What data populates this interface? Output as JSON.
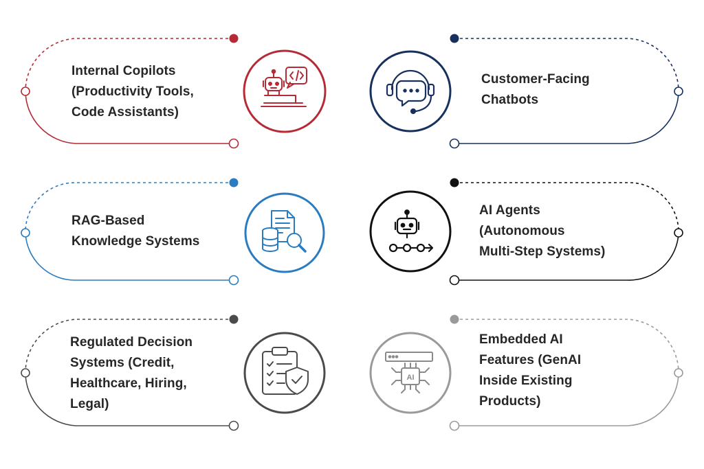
{
  "cards": [
    {
      "id": "internal-copilots",
      "side": "left",
      "color": "#b62a35",
      "icon": "robot-code-laptop-icon",
      "lines": [
        "Internal Copilots",
        "(Productivity Tools,",
        "Code Assistants)"
      ]
    },
    {
      "id": "customer-chatbots",
      "side": "right",
      "color": "#17305e",
      "icon": "headset-chat-icon",
      "lines": [
        "Customer-Facing",
        "Chatbots"
      ]
    },
    {
      "id": "rag-knowledge",
      "side": "left",
      "color": "#2a7bbf",
      "icon": "document-database-search-icon",
      "lines": [
        "RAG-Based",
        "Knowledge Systems"
      ]
    },
    {
      "id": "ai-agents",
      "side": "right",
      "color": "#111111",
      "icon": "robot-workflow-icon",
      "lines": [
        "AI Agents",
        "(Autonomous",
        "Multi-Step Systems)"
      ]
    },
    {
      "id": "regulated-decisions",
      "side": "left",
      "color": "#4b4b4b",
      "icon": "clipboard-shield-icon",
      "lines": [
        "Regulated Decision",
        "Systems (Credit,",
        "Healthcare, Hiring,",
        "Legal)"
      ]
    },
    {
      "id": "embedded-ai",
      "side": "right",
      "color": "#9a9a9a",
      "icon": "ai-chip-browser-icon",
      "icon_text": "AI",
      "lines": [
        "Embedded AI",
        "Features (GenAI",
        "Inside Existing",
        "Products)"
      ]
    }
  ]
}
